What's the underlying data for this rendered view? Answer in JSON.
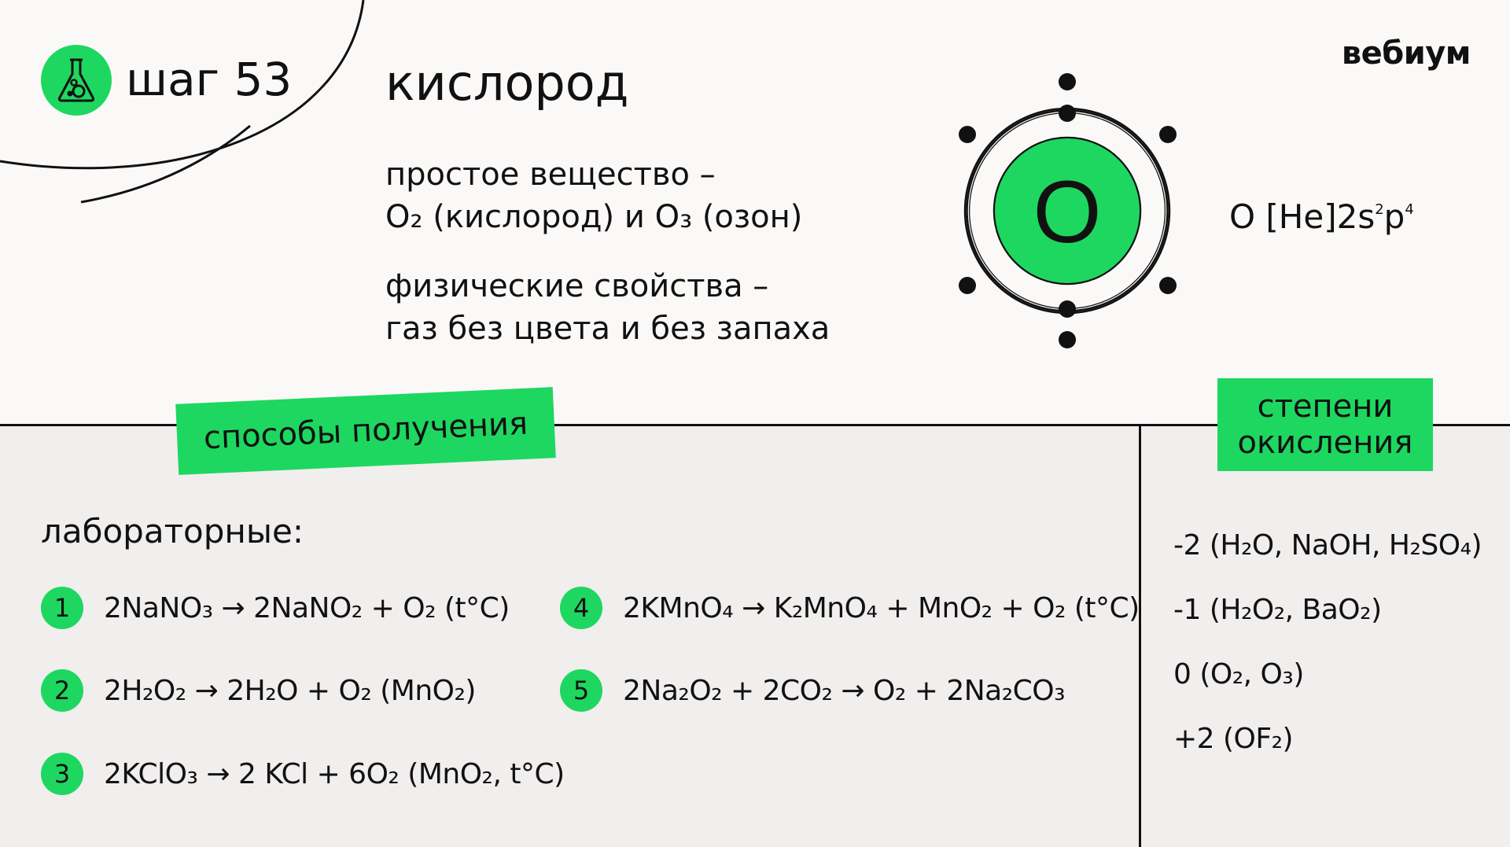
{
  "header": {
    "step_label": "шаг 53",
    "brand": "вебиум",
    "flask_icon": "flask-icon"
  },
  "element": {
    "name": "кислород",
    "symbol": "O",
    "electron_config": {
      "prefix": "O [He]2s",
      "s_exp": "2",
      "mid": "p",
      "p_exp": "4"
    },
    "electron_shells": [
      2,
      6
    ]
  },
  "info": {
    "simple_substance_line1": "простое вещество –",
    "simple_substance_line2": "O₂ (кислород) и O₃ (озон)",
    "physical_line1": "физические свойства  –",
    "physical_line2": "газ без цвета и без запаха"
  },
  "methods": {
    "tag": "способы получения",
    "lab_heading": "лабораторные:",
    "reactions": [
      {
        "num": "1",
        "eq": "2NaNO₃ → 2NaNO₂ + O₂ (t°C)"
      },
      {
        "num": "2",
        "eq": "2H₂O₂ → 2H₂O + O₂ (MnO₂)"
      },
      {
        "num": "3",
        "eq": "2KClO₃ → 2 KCl + 6O₂ (MnO₂, t°C)"
      },
      {
        "num": "4",
        "eq": "2KMnO₄ → K₂MnO₄ + MnO₂ + O₂ (t°C)"
      },
      {
        "num": "5",
        "eq": "2Na₂O₂ + 2CO₂ → O₂ + 2Na₂CO₃"
      }
    ]
  },
  "oxidation": {
    "tag_line1": "степени",
    "tag_line2": "окисления",
    "states": [
      "-2 (H₂O, NaOH, H₂SO₄)",
      "-1 (H₂O₂, BaO₂)",
      "0 (O₂, O₃)",
      "+2 (OF₂)"
    ]
  },
  "colors": {
    "accent": "#1ed760",
    "ink": "#111111",
    "top_bg": "#fbf9f8",
    "bottom_bg": "#f1eeee"
  }
}
